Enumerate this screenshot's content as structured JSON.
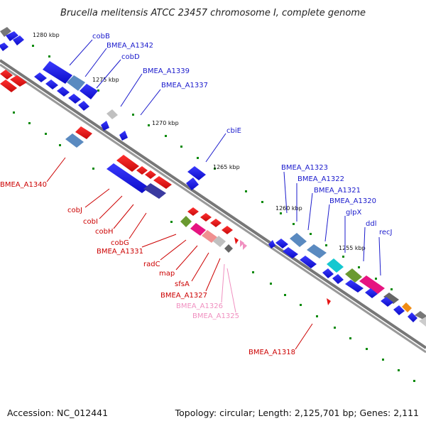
{
  "header": {
    "title": "Brucella melitensis ATCC 23457 chromosome I, complete genome"
  },
  "footer": {
    "accession": "Accession: NC_012441",
    "topology": "Topology: circular; Length: 2,125,701 bp; Genes: 2,111"
  },
  "colors": {
    "backbone": "#8a8a8a",
    "forward_gene": "#1414e6",
    "reverse_gene": "#e61414",
    "tick": "#0a8a0a",
    "forward_label": "#1a1acc",
    "reverse_label": "#cc0000",
    "pseudo_label": "#f090c0"
  },
  "scale_labels": [
    "1280 kbp",
    "1275 kbp",
    "1270 kbp",
    "1265 kbp",
    "1260 kbp",
    "1255 kbp"
  ],
  "forward_labels": [
    "cobB",
    "BMEA_A1342",
    "cobD",
    "BMEA_A1339",
    "BMEA_A1337",
    "cbiE",
    "BMEA_A1323",
    "BMEA_A1322",
    "BMEA_A1321",
    "BMEA_A1320",
    "glpX",
    "ddl",
    "recJ"
  ],
  "reverse_labels": [
    "BMEA_A1340",
    "cobJ",
    "cobI",
    "cobH",
    "cobG",
    "BMEA_A1331",
    "radC",
    "map",
    "sfsA",
    "BMEA_A1327",
    "BMEA_A1318"
  ],
  "pseudo_labels": [
    "BMEA_A1326",
    "BMEA_A1325"
  ]
}
